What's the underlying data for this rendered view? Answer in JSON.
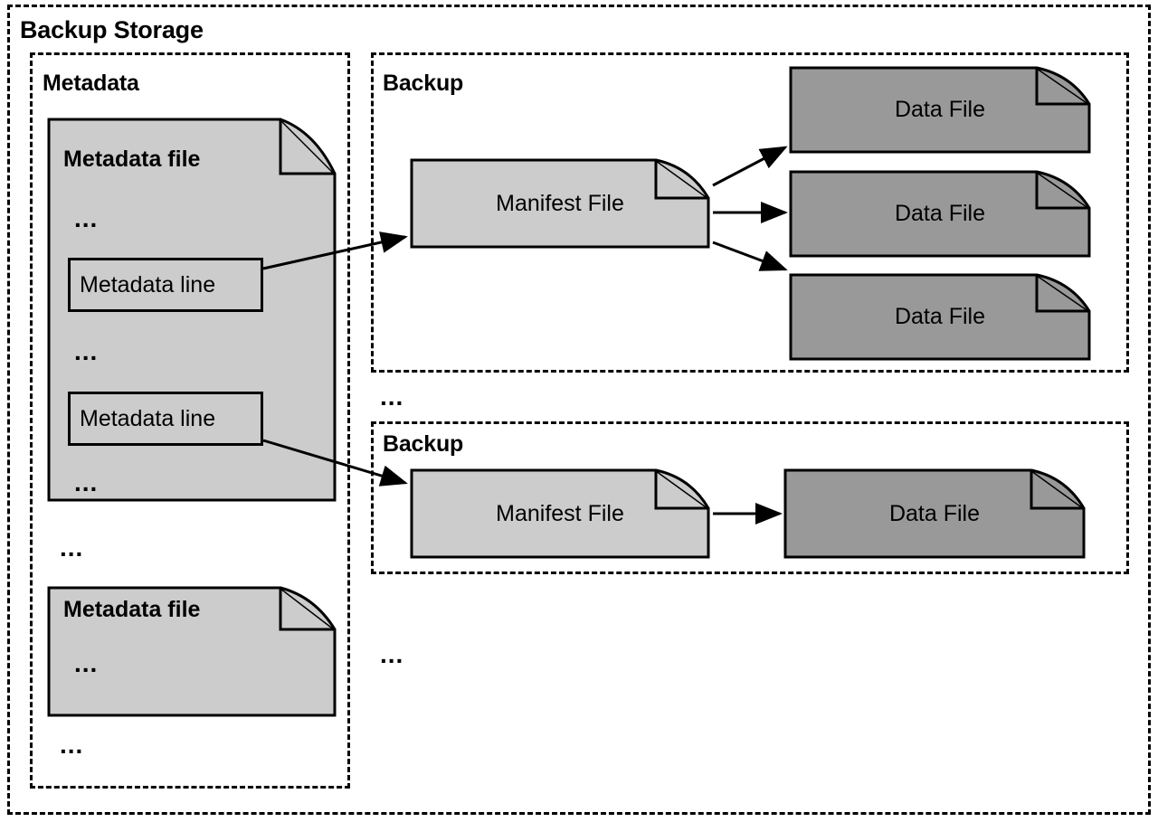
{
  "diagram": {
    "title": "Backup Storage",
    "colors": {
      "page_background": "#ffffff",
      "outline": "#000000",
      "metadata_file_fill": "#cccccc",
      "manifest_file_fill": "#cccccc",
      "data_file_fill": "#999999",
      "line_box_fill": "#cccccc"
    }
  },
  "metadata_panel": {
    "title": "Metadata",
    "files": [
      {
        "title": "Metadata file",
        "ellipsis_top": "...",
        "lines": [
          {
            "label": "Metadata line"
          },
          {
            "label": "Metadata line"
          }
        ],
        "ellipsis_middle": "...",
        "ellipsis_bottom": "..."
      },
      {
        "title": "Metadata file",
        "ellipsis_inner": "..."
      }
    ],
    "ellipsis_between_files": "...",
    "ellipsis_after_files": "..."
  },
  "backup_panels": [
    {
      "title": "Backup",
      "manifest": {
        "label": "Manifest File"
      },
      "data_files": [
        {
          "label": "Data File"
        },
        {
          "label": "Data File"
        },
        {
          "label": "Data File"
        }
      ]
    },
    {
      "title": "Backup",
      "manifest": {
        "label": "Manifest File"
      },
      "data_files": [
        {
          "label": "Data File"
        }
      ]
    }
  ],
  "ellipsis_between_backups": "...",
  "ellipsis_after_backups": "..."
}
